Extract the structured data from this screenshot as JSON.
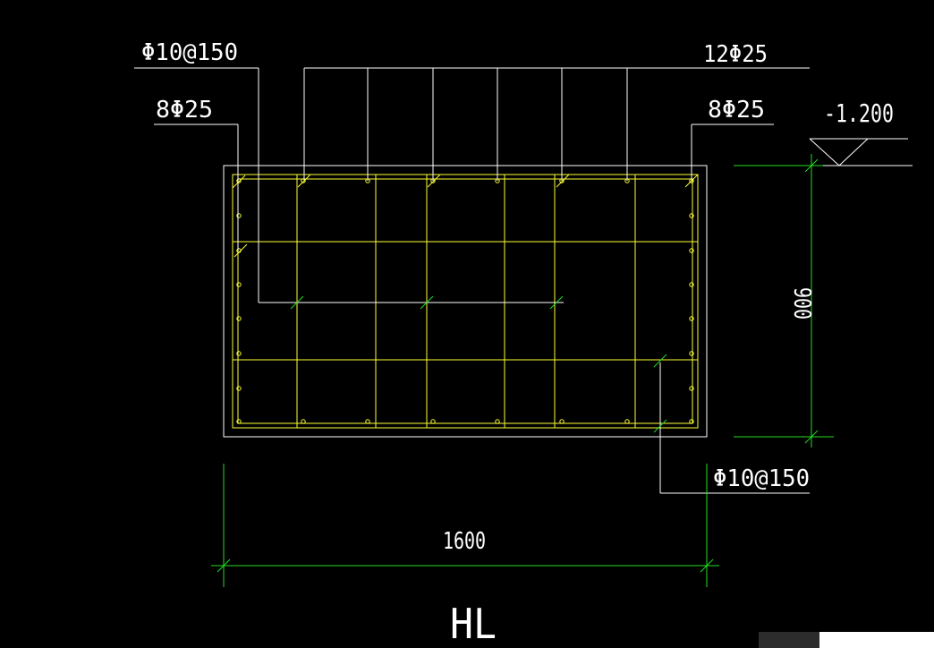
{
  "labels": {
    "stirrup_top": "Φ10@150",
    "top_bars": "12Φ25",
    "left_side_bars": "8Φ25",
    "right_side_bars": "8Φ25",
    "elevation": "-1.200",
    "height_dim": "900",
    "stirrup_bottom": "Φ10@150",
    "width_dim": "1600",
    "section_name": "HL"
  },
  "colors": {
    "background": "#000000",
    "outline": "#ffffff",
    "rebar": "#ffff33",
    "dimension": "#22dd22"
  }
}
